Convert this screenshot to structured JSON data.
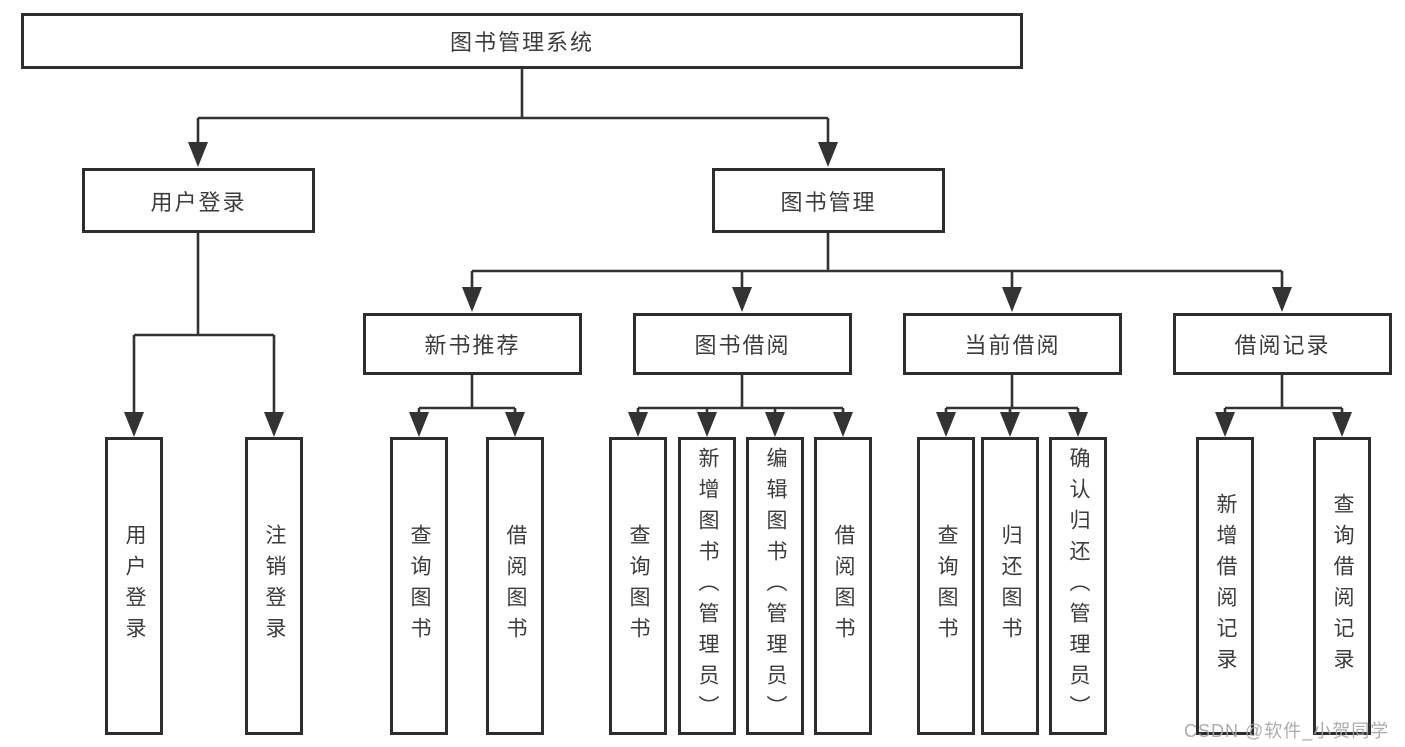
{
  "diagram": {
    "root": {
      "label": "图书管理系统"
    },
    "branches": [
      {
        "label": "用户登录",
        "leaves": [
          "用户登录",
          "注销登录"
        ]
      },
      {
        "label": "图书管理",
        "children": [
          {
            "label": "新书推荐",
            "leaves": [
              "查询图书",
              "借阅图书"
            ]
          },
          {
            "label": "图书借阅",
            "leaves": [
              "查询图书",
              "新增图书（管理员）",
              "编辑图书（管理员）",
              "借阅图书"
            ]
          },
          {
            "label": "当前借阅",
            "leaves": [
              "查询图书",
              "归还图书",
              "确认归还（管理员）"
            ]
          },
          {
            "label": "借阅记录",
            "leaves": [
              "新增借阅记录",
              "查询借阅记录"
            ]
          }
        ]
      }
    ]
  },
  "watermark": {
    "text": "CSDN @软件_小贺同学"
  },
  "colors": {
    "line": "#333333",
    "border": "#2d2d2d",
    "text": "#3c3c3c",
    "watermark": "#a5a5a5"
  }
}
